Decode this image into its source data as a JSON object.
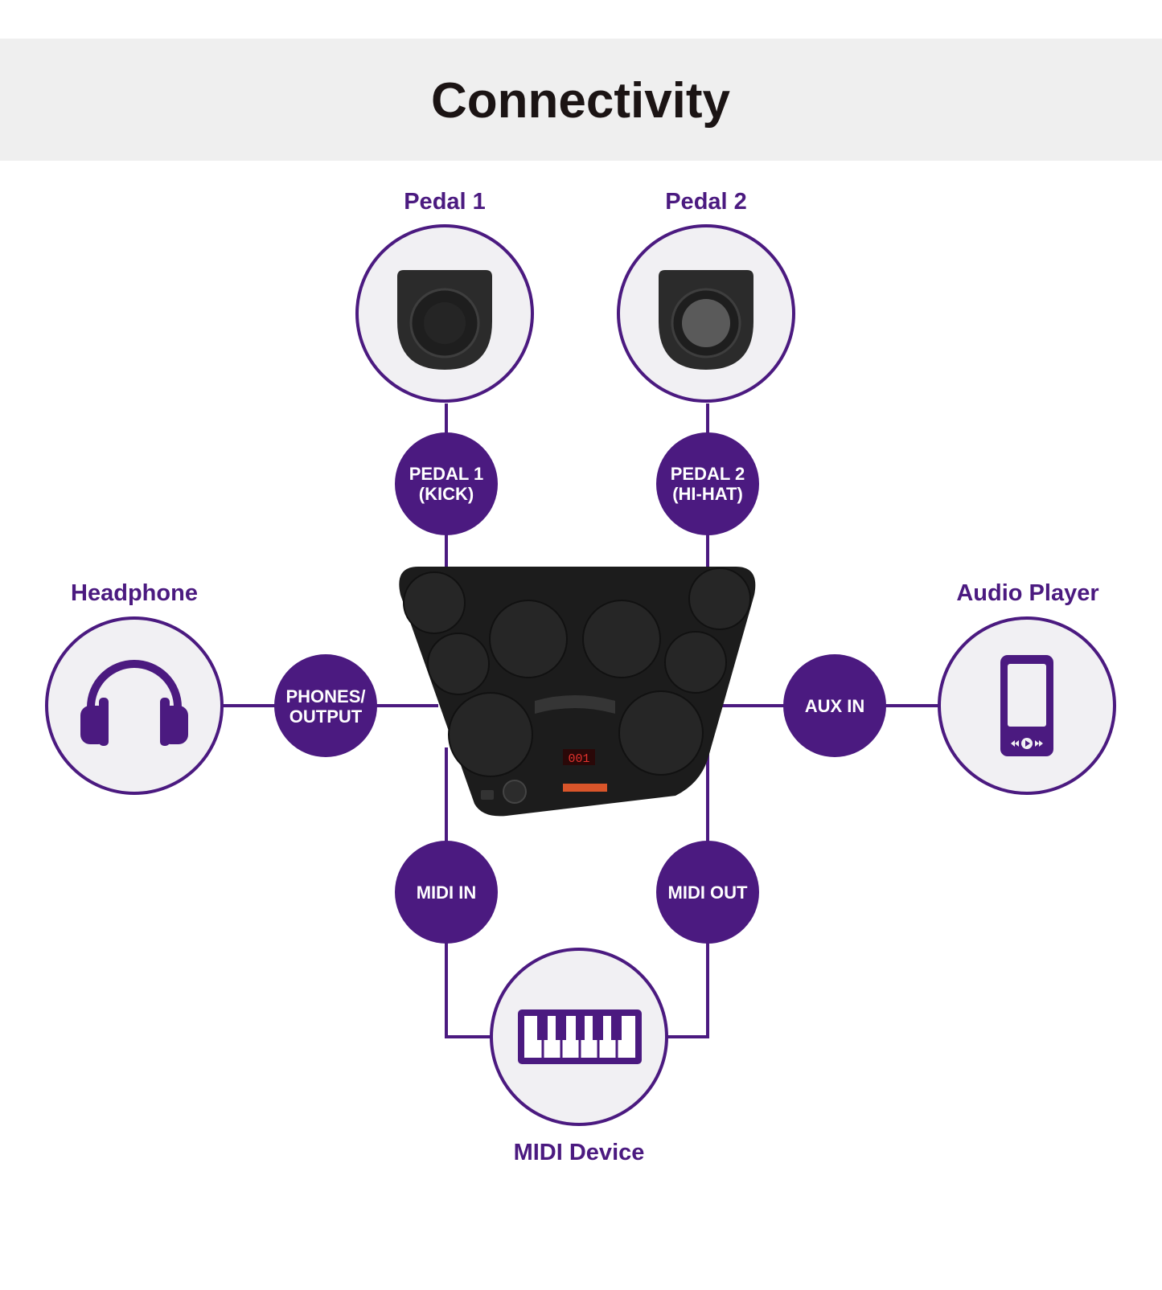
{
  "title": "Connectivity",
  "colors": {
    "accent": "#4b1a80",
    "title_band": "#efefef",
    "title_text": "#1b1414",
    "circle_fill": "#f1f0f3",
    "device_dark": "#1c1c1c"
  },
  "devices": {
    "pedal1": {
      "label": "Pedal 1",
      "icon": "pedal-icon"
    },
    "pedal2": {
      "label": "Pedal 2",
      "icon": "pedal-icon"
    },
    "headphone": {
      "label": "Headphone",
      "icon": "headphone-icon"
    },
    "audio_player": {
      "label": "Audio Player",
      "icon": "audio-player-icon"
    },
    "midi_device": {
      "label": "MIDI Device",
      "icon": "keyboard-icon"
    }
  },
  "ports": {
    "pedal1": {
      "line1": "PEDAL 1",
      "line2": "(KICK)"
    },
    "pedal2": {
      "line1": "PEDAL 2",
      "line2": "(HI-HAT)"
    },
    "phones": {
      "line1": "PHONES/",
      "line2": "OUTPUT"
    },
    "aux_in": {
      "line1": "AUX IN"
    },
    "midi_in": {
      "line1": "MIDI IN"
    },
    "midi_out": {
      "line1": "MIDI OUT"
    }
  },
  "center_device": {
    "icon": "drum-pad-icon",
    "display": "001"
  }
}
